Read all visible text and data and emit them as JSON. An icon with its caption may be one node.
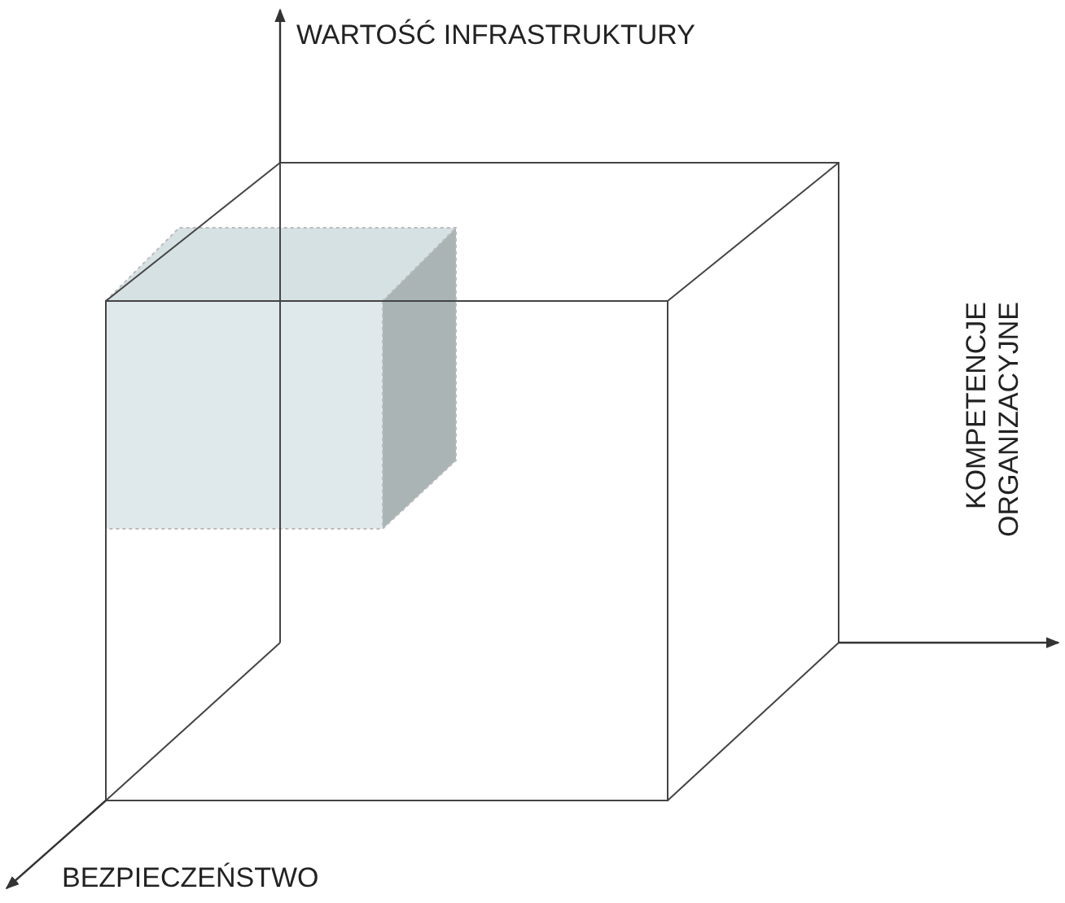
{
  "diagram": {
    "labels": [
      "WARTOŚĆ INFRASTRUKTURY",
      "KOMPETENCJE ORGANIZACYJNE",
      "BEZPIECZEŃSTWO"
    ]
  }
}
